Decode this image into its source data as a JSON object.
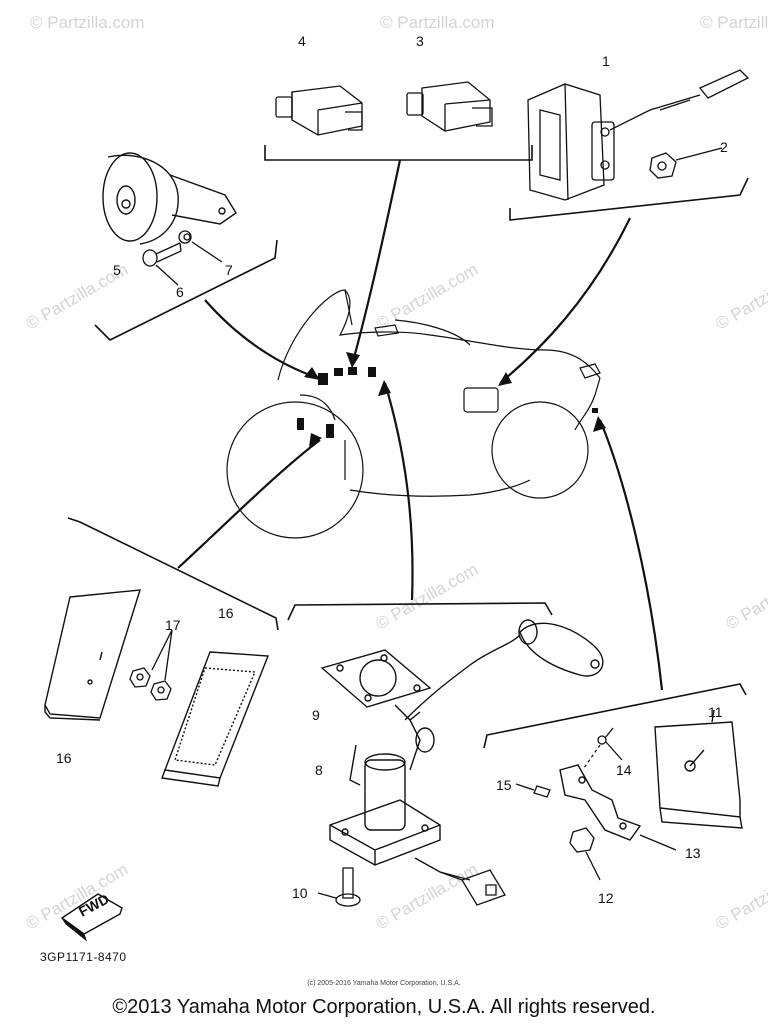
{
  "diagram": {
    "part_code": "3GP1171-8470",
    "small_copyright": "(c) 2005-2016 Yamaha Motor Corporation, U.S.A.",
    "main_copyright": "©2013 Yamaha Motor Corporation, U.S.A. All rights reserved.",
    "watermark": "© Partzilla.com",
    "fwd_label": "FWD",
    "callouts": {
      "c1": "1",
      "c2": "2",
      "c3": "3",
      "c4": "4",
      "c5": "5",
      "c6": "6",
      "c7": "7",
      "c8": "8",
      "c9": "9",
      "c10": "10",
      "c11": "11",
      "c12": "12",
      "c13": "13",
      "c14": "14",
      "c15": "15",
      "c16a": "16",
      "c16b": "16",
      "c17": "17"
    },
    "parts": [
      "relay-1",
      "nut-2",
      "relay-3",
      "relay-4",
      "horn-5",
      "bolt-6",
      "washer-7",
      "fuel-sender-8",
      "gasket-9",
      "bolt-10",
      "reflector-11",
      "nut-12",
      "bracket-13",
      "screw-14",
      "screw-15",
      "reflector-16",
      "reflector-16",
      "nut-17"
    ]
  }
}
